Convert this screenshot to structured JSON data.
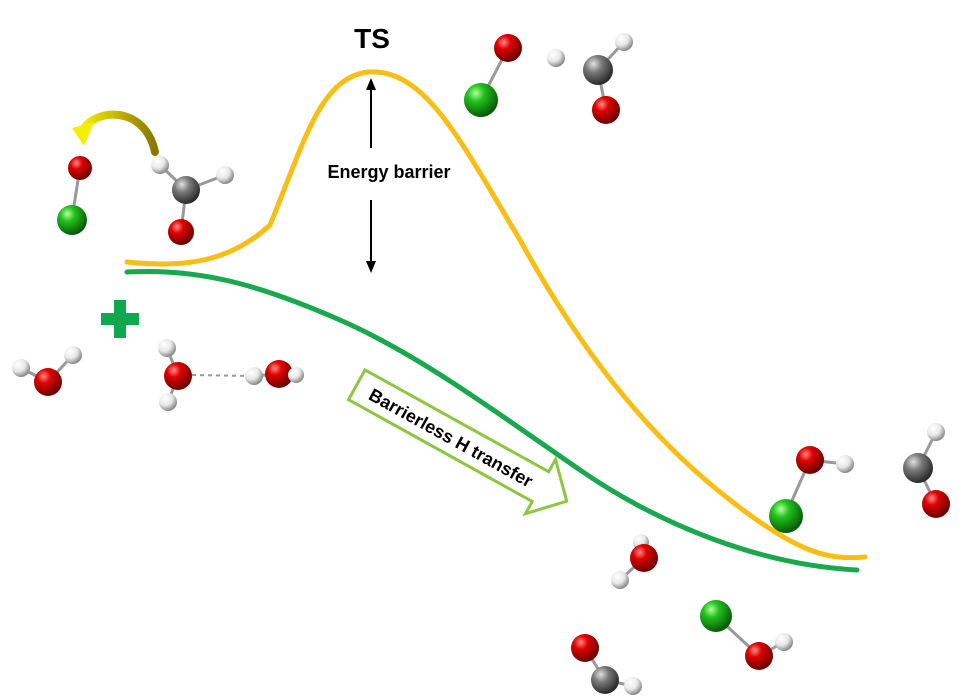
{
  "labels": {
    "ts": "TS",
    "energy_barrier": "Energy barrier",
    "barrierless": "Barrierless H transfer"
  },
  "colors": {
    "barrier_curve": "#F9BE14",
    "barrierless_curve": "#1AA84F",
    "plus_sign": "#0FA84F",
    "arrow_outline": "#8DC63F",
    "curved_arrow": "#E6D400",
    "oxygen": "#E00000",
    "chlorine": "#22C21E",
    "carbon": "#7A7A7A",
    "hydrogen": "#E8E8E8"
  },
  "icons": {
    "plus": "plus-icon",
    "curved_arrow": "curved-arrow-icon",
    "transfer_arrow": "block-arrow-icon",
    "double_arrow": "double-headed-arrow-icon"
  }
}
